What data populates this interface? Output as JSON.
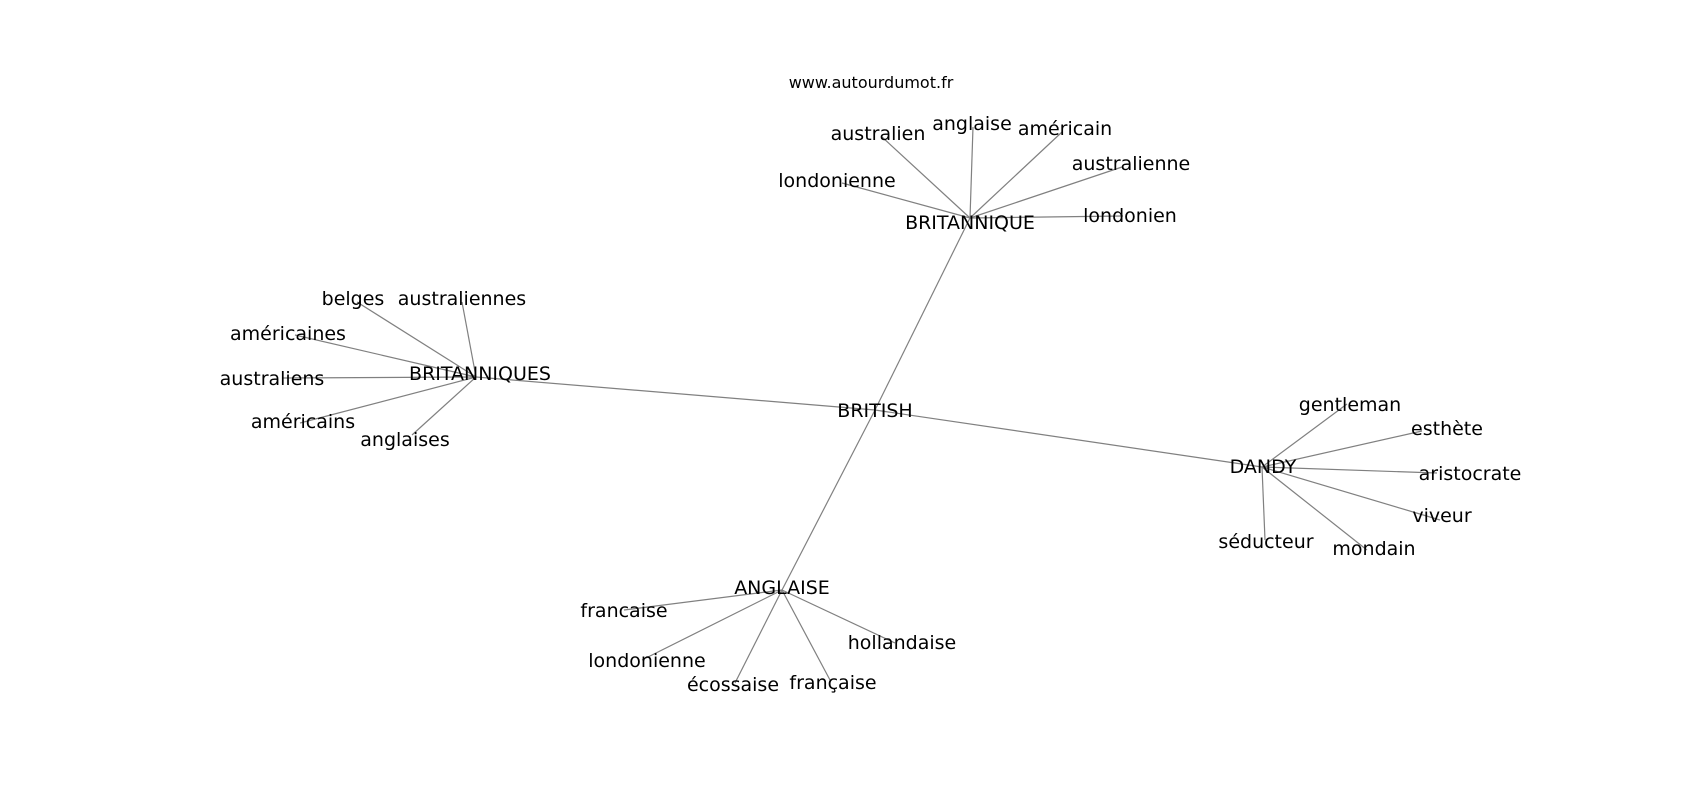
{
  "watermark": "www.autourdumot.fr",
  "center": "BRITISH",
  "hubs": {
    "britannique": {
      "label": "BRITANNIQUE",
      "leaves": [
        "australien",
        "anglaise",
        "américain",
        "londonienne",
        "australienne",
        "londonien"
      ]
    },
    "britanniques": {
      "label": "BRITANNIQUES",
      "leaves": [
        "belges",
        "australiennes",
        "américaines",
        "australiens",
        "américains",
        "anglaises"
      ]
    },
    "dandy": {
      "label": "DANDY",
      "leaves": [
        "gentleman",
        "esthète",
        "aristocrate",
        "viveur",
        "mondain",
        "séducteur"
      ]
    },
    "anglaise": {
      "label": "ANGLAISE",
      "leaves": [
        "francaise",
        "hollandaise",
        "londonienne",
        "écossaise",
        "française"
      ]
    }
  }
}
